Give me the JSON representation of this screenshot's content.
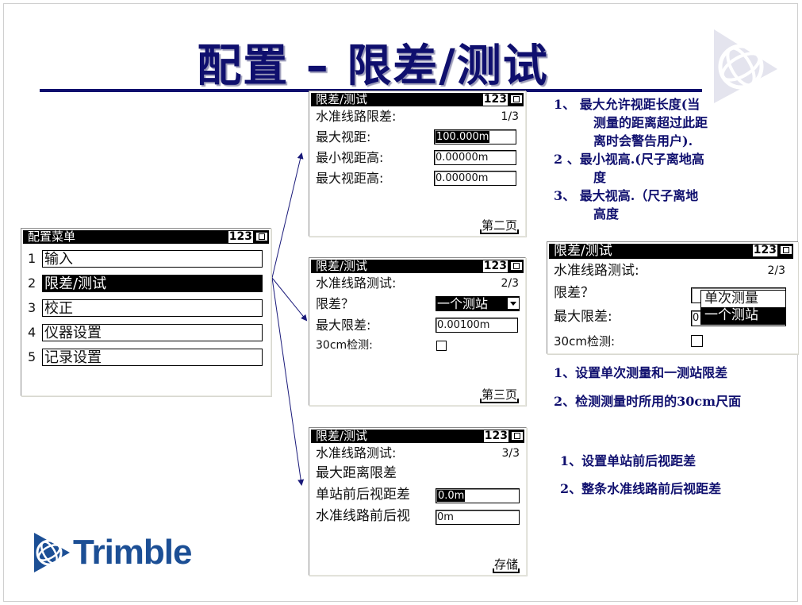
{
  "slide": {
    "title": "配置 – 限差/测试",
    "colors": {
      "title": "#0f0f6e",
      "accent_rule": "#0f0f6e",
      "logo": "#1c4f95",
      "arrows": "#1a1a7a"
    }
  },
  "menu_screen": {
    "header": "配置菜单",
    "mode": "123",
    "items": [
      {
        "num": "1",
        "label": "输入",
        "active": false
      },
      {
        "num": "2",
        "label": "限差/测试",
        "active": true
      },
      {
        "num": "3",
        "label": "校正",
        "active": false
      },
      {
        "num": "4",
        "label": "仪器设置",
        "active": false
      },
      {
        "num": "5",
        "label": "记录设置",
        "active": false
      }
    ]
  },
  "screen1": {
    "header": "限差/测试",
    "mode": "123",
    "subtitle": "水准线路限差:",
    "page": "1/3",
    "fields": [
      {
        "label": "最大视距:",
        "value": "100.000m",
        "selected": true
      },
      {
        "label": "最小视距高:",
        "value": "0.00000m",
        "selected": false
      },
      {
        "label": "最大视距高:",
        "value": "0.00000m",
        "selected": false
      }
    ],
    "softkey": "第二页"
  },
  "screen2": {
    "header": "限差/测试",
    "mode": "123",
    "subtitle": "水准线路测试:",
    "page": "2/3",
    "tolerance_label": "限差？",
    "tolerance_value": "一个测站",
    "max_tol_label": "最大限差:",
    "max_tol_value": "0.00100m",
    "check30_label": "30cm检测:",
    "softkey": "第三页"
  },
  "screen3": {
    "header": "限差/测试",
    "mode": "123",
    "subtitle": "水准线路测试:",
    "page": "3/3",
    "section_label": "最大距离限差",
    "fields": [
      {
        "label": "单站前后视距差",
        "value": "0.0m",
        "selected": true
      },
      {
        "label": "水准线路前后视",
        "value": "0m",
        "selected": false
      }
    ],
    "softkey": "存储"
  },
  "popup_screen": {
    "header": "限差/测试",
    "mode": "123",
    "subtitle": "水准线路测试:",
    "page": "2/3",
    "tolerance_label": "限差？",
    "max_tol_label": "最大限差:",
    "max_tol_partial": "0",
    "check30_label": "30cm检测:",
    "options": [
      "单次测量",
      "一个测站"
    ],
    "selected_option": "一个测站"
  },
  "notes": {
    "screen1": [
      {
        "line1": "1、  最大允许视距长度(当",
        "cont": [
          "测量的距离超过此距",
          "离时会警告用户)."
        ]
      },
      {
        "line1": "2 、最小视高.(尺子离地高",
        "cont": [
          "度"
        ]
      },
      {
        "line1": "3、  最大视高.（尺子离地",
        "cont": [
          "高度"
        ]
      }
    ],
    "screen2": [
      "1、设置单次测量和一测站限差",
      "2、检测测量时所用的30cm尺面"
    ],
    "screen3": [
      "1、设置单站前后视距差",
      "2、整条水准线路前后视距差"
    ]
  },
  "logo": {
    "text": "Trimble",
    "icon": "trimble-globe-icon"
  }
}
